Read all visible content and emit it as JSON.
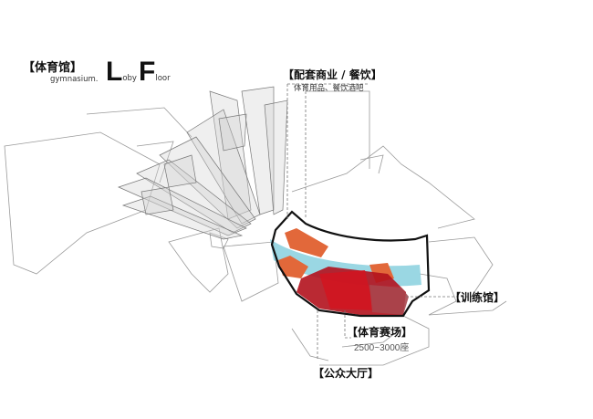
{
  "title": {
    "cn": "【体育馆】",
    "en": "gymnasium.",
    "letter1": "L",
    "word1": "oby",
    "letter2": "F",
    "word2": "loor"
  },
  "labels": {
    "commercial": "【配套商业 / 餐饮】",
    "commercial_sub": "体育用品、餐饮酒吧",
    "training": "【训练馆】",
    "arena": "【体育赛场】",
    "arena_sub": "2500~3000座",
    "hall": "【公众大厅】"
  },
  "colors": {
    "arena_red": "#b3121d",
    "orange": "#e2683a",
    "cyan": "#8fd3e0",
    "outline": "#111111"
  }
}
